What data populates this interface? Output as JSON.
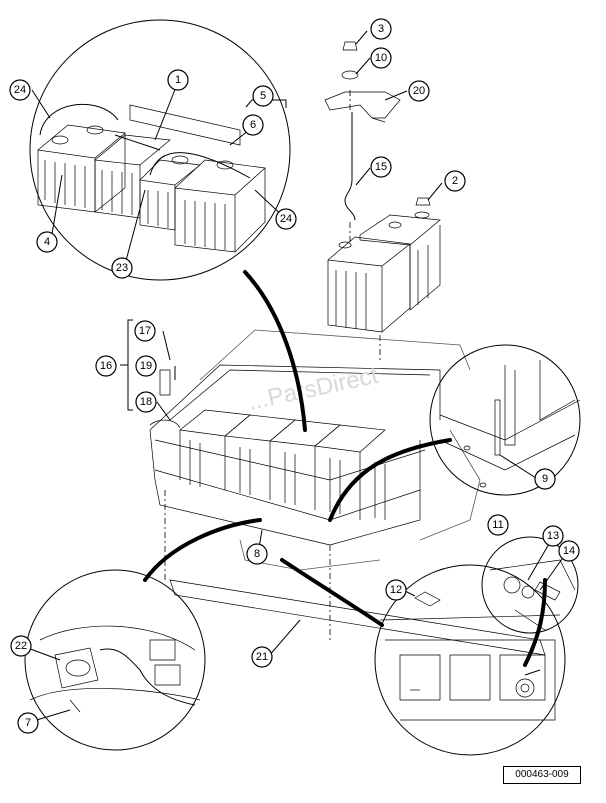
{
  "callouts": [
    {
      "label": "1"
    },
    {
      "label": "2"
    },
    {
      "label": "3"
    },
    {
      "label": "4"
    },
    {
      "label": "5"
    },
    {
      "label": "6"
    },
    {
      "label": "7"
    },
    {
      "label": "8"
    },
    {
      "label": "9"
    },
    {
      "label": "10"
    },
    {
      "label": "11"
    },
    {
      "label": "12"
    },
    {
      "label": "13"
    },
    {
      "label": "14"
    },
    {
      "label": "15"
    },
    {
      "label": "16"
    },
    {
      "label": "17"
    },
    {
      "label": "18"
    },
    {
      "label": "19"
    },
    {
      "label": "20"
    },
    {
      "label": "21"
    },
    {
      "label": "22"
    },
    {
      "label": "23"
    },
    {
      "label": "24"
    },
    {
      "label": "24"
    }
  ],
  "watermark": "...ParsDirect",
  "document_id": "000463-009"
}
